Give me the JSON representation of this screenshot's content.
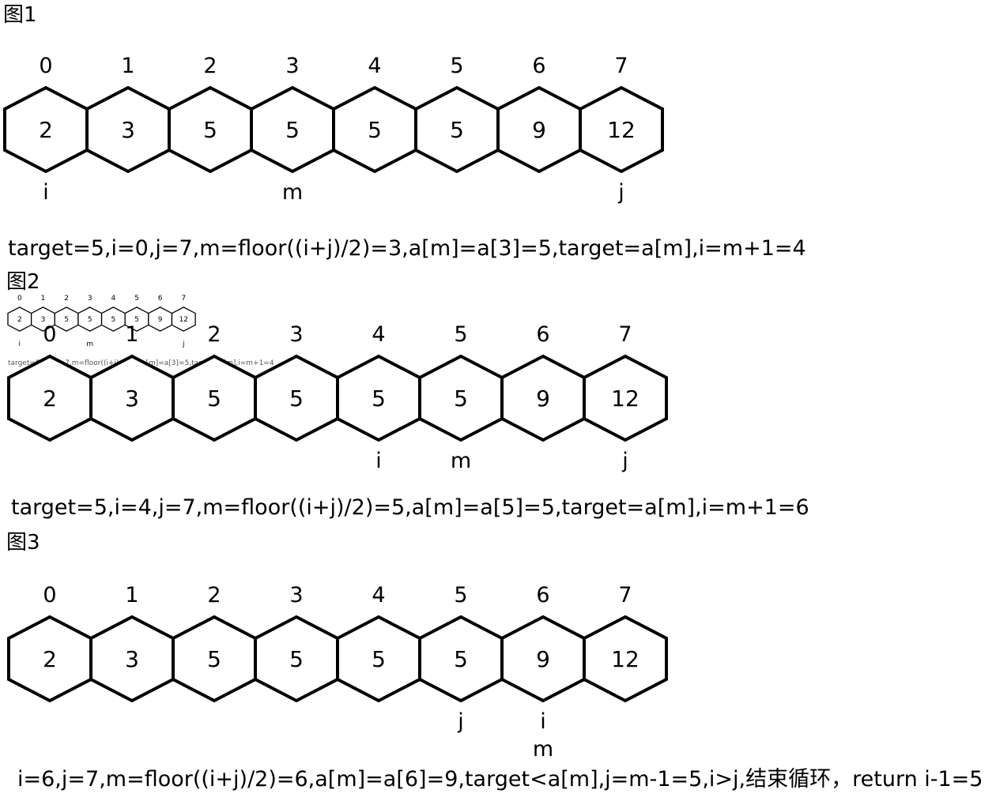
{
  "figures": [
    {
      "label": "图1",
      "indices": [
        "0",
        "1",
        "2",
        "3",
        "4",
        "5",
        "6",
        "7"
      ],
      "values": [
        "2",
        "3",
        "5",
        "5",
        "5",
        "5",
        "9",
        "12"
      ],
      "pointers": [
        {
          "name": "i",
          "cell": 0
        },
        {
          "name": "m",
          "cell": 3
        },
        {
          "name": "j",
          "cell": 7
        }
      ],
      "description": "target=5,i=0,j=7,m=floor((i+j)/2)=3,a[m]=a[3]=5,target=a[m],i=m+1=4"
    },
    {
      "label": "图2",
      "indices": [
        "0",
        "1",
        "2",
        "3",
        "4",
        "5",
        "6",
        "7"
      ],
      "values": [
        "2",
        "3",
        "5",
        "5",
        "5",
        "5",
        "9",
        "12"
      ],
      "pointers": [
        {
          "name": "i",
          "cell": 4
        },
        {
          "name": "m",
          "cell": 5
        },
        {
          "name": "j",
          "cell": 7
        }
      ],
      "description": "target=5,i=4,j=7,m=floor((i+j)/2)=5,a[m]=a[5]=5,target=a[m],i=m+1=6"
    },
    {
      "label": "图3",
      "indices": [
        "0",
        "1",
        "2",
        "3",
        "4",
        "5",
        "6",
        "7"
      ],
      "values": [
        "2",
        "3",
        "5",
        "5",
        "5",
        "5",
        "9",
        "12"
      ],
      "pointers": [
        {
          "name": "j",
          "cell": 5
        },
        {
          "name": "i",
          "cell": 6
        },
        {
          "name": "m",
          "cell": 6
        }
      ],
      "description": "i=6,j=7,m=floor((i+j)/2)=6,a[m]=a[6]=9,target<a[m],j=m-1=5,i>j,结束循环，return i-1=5"
    }
  ],
  "thumbnail": {
    "indices": [
      "0",
      "1",
      "2",
      "3",
      "4",
      "5",
      "6",
      "7"
    ],
    "values": [
      "2",
      "3",
      "5",
      "5",
      "5",
      "5",
      "9",
      "12"
    ],
    "pointers": [
      {
        "name": "i",
        "cell": 0
      },
      {
        "name": "m",
        "cell": 3
      },
      {
        "name": "j",
        "cell": 7
      }
    ],
    "description": "target=5,i=0,j=7,m=floor((i+j)/2)=3,a[m]=a[3]=5,target=a[m],i=m+1=4"
  }
}
